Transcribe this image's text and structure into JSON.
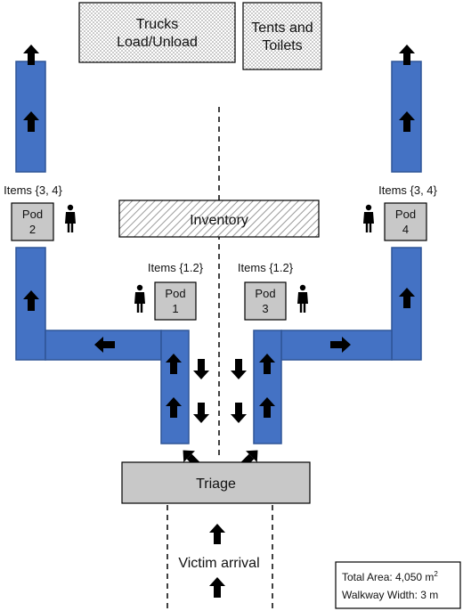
{
  "zones": {
    "trucks": [
      "Trucks",
      "Load/Unload"
    ],
    "tents": [
      "Tents and",
      "Toilets"
    ],
    "inventory": "Inventory",
    "triage": "Triage"
  },
  "pods": [
    {
      "name": "Pod",
      "number": "2",
      "items": "Items {3, 4}"
    },
    {
      "name": "Pod",
      "number": "4",
      "items": "Items {3, 4}"
    },
    {
      "name": "Pod",
      "number": "1",
      "items": "Items {1.2}"
    },
    {
      "name": "Pod",
      "number": "3",
      "items": "Items {1.2}"
    }
  ],
  "arrival": "Victim arrival",
  "info": {
    "total_area_label": "Total Area: 4,050 m",
    "total_area_sup": "2",
    "walkway_width": "Walkway Width: 3 m"
  },
  "colors": {
    "walkway": "#4472c4",
    "walkway_border": "#2f5597",
    "pod_fill": "#c8c8c8",
    "triage_fill": "#c8c8c8",
    "arrow": "#000000"
  }
}
